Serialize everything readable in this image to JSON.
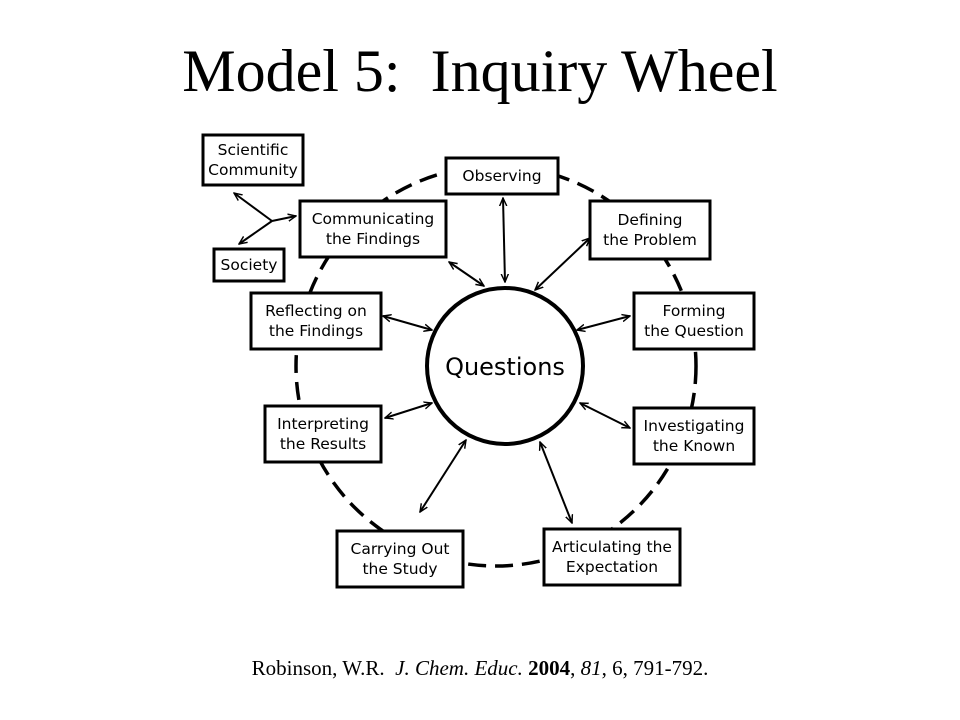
{
  "title": "Model 5:  Inquiry Wheel",
  "diagram": {
    "hub": "Questions",
    "nodes": [
      {
        "id": "observing",
        "lines": [
          "Observing"
        ]
      },
      {
        "id": "defining-the-problem",
        "lines": [
          "Defining",
          "the Problem"
        ]
      },
      {
        "id": "forming-the-question",
        "lines": [
          "Forming",
          "the Question"
        ]
      },
      {
        "id": "investigating-the-known",
        "lines": [
          "Investigating",
          "the Known"
        ]
      },
      {
        "id": "articulating-the-expectation",
        "lines": [
          "Articulating the",
          "Expectation"
        ]
      },
      {
        "id": "carrying-out-the-study",
        "lines": [
          "Carrying Out",
          "the Study"
        ]
      },
      {
        "id": "interpreting-the-results",
        "lines": [
          "Interpreting",
          "the Results"
        ]
      },
      {
        "id": "reflecting-on-the-findings",
        "lines": [
          "Reflecting on",
          "the Findings"
        ]
      },
      {
        "id": "communicating-the-findings",
        "lines": [
          "Communicating",
          "the Findings"
        ]
      },
      {
        "id": "scientific-community",
        "lines": [
          "Scientific",
          "Community"
        ]
      },
      {
        "id": "society",
        "lines": [
          "Society"
        ]
      }
    ]
  },
  "citation": {
    "author": "Robinson, W.R.",
    "journal": "J. Chem. Educ.",
    "year": "2004",
    "volume": "81",
    "rest": ", 6, 791-792."
  }
}
